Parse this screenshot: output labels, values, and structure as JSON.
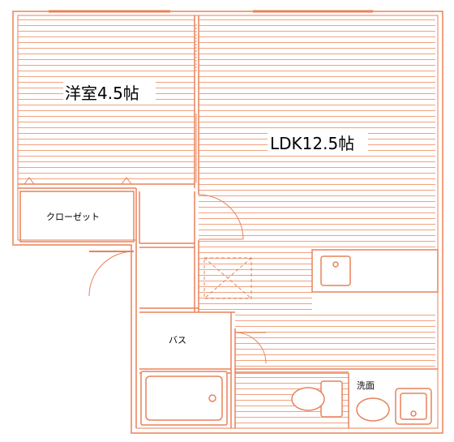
{
  "rooms": {
    "western_room": "洋室4.5帖",
    "ldk": "LDK12.5帖",
    "closet": "クローゼット",
    "bath": "バス",
    "washroom": "洗面"
  },
  "colors": {
    "line": "#e8825a",
    "hatch": "#f0a27f",
    "wall_fill": "#f6b898",
    "text": "#000000"
  }
}
